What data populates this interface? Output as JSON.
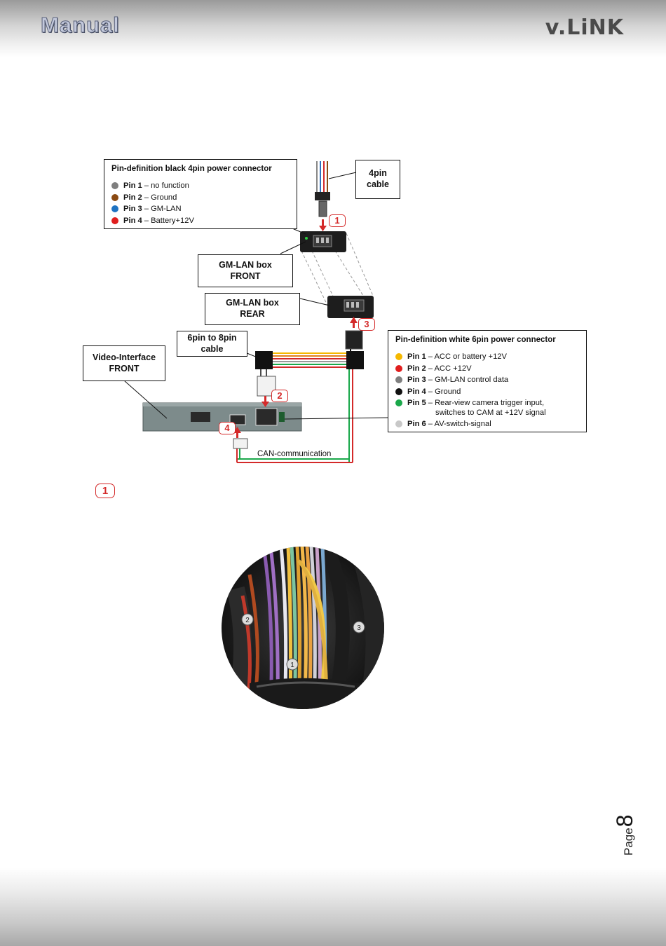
{
  "header": {
    "brand_text": "Manual",
    "logo_text": "v.LiNK"
  },
  "diagram": {
    "four_pin_box": {
      "title": "Pin-definition black 4pin power connector",
      "pins": [
        {
          "pin": "Pin 1",
          "desc": "– no function",
          "color": "#7f7f7f"
        },
        {
          "pin": "Pin 2",
          "desc": "– Ground",
          "color": "#8b4a12"
        },
        {
          "pin": "Pin 3",
          "desc": "– GM-LAN",
          "color": "#1f73c2"
        },
        {
          "pin": "Pin 4",
          "desc": "– Battery+12V",
          "color": "#e01e1e"
        }
      ]
    },
    "cable_4pin_label": [
      "4pin",
      "cable"
    ],
    "gm_lan_front_label": [
      "GM-LAN box",
      "FRONT"
    ],
    "gm_lan_rear_label": [
      "GM-LAN box",
      "REAR"
    ],
    "cable_6to8_label": [
      "6pin to 8pin",
      "cable"
    ],
    "video_interface_label": [
      "Video-Interface",
      "FRONT"
    ],
    "six_pin_box": {
      "title": "Pin-definition white 6pin power connector",
      "pins": [
        {
          "pin": "Pin 1",
          "desc": "– ACC or battery +12V",
          "desc2": "",
          "color": "#f5b800"
        },
        {
          "pin": "Pin 2",
          "desc": "– ACC +12V",
          "desc2": "",
          "color": "#e01e1e"
        },
        {
          "pin": "Pin 3",
          "desc": "– GM-LAN control data",
          "desc2": "",
          "color": "#7f7f7f"
        },
        {
          "pin": "Pin 4",
          "desc": "– Ground",
          "desc2": "",
          "color": "#111111"
        },
        {
          "pin": "Pin 5",
          "desc": "– Rear-view camera trigger input,",
          "desc2": "switches to CAM at +12V signal",
          "color": "#1aa84a"
        },
        {
          "pin": "Pin 6",
          "desc": "– AV-switch-signal",
          "desc2": "",
          "color": "#c8c8c8"
        }
      ]
    },
    "can_label": "CAN-communication",
    "callouts": [
      "1",
      "2",
      "3",
      "4"
    ]
  },
  "step_marker": "1",
  "photo": {
    "markers": [
      "1",
      "2",
      "3"
    ]
  },
  "footer": {
    "page_word": "Page",
    "page_number": "8"
  }
}
